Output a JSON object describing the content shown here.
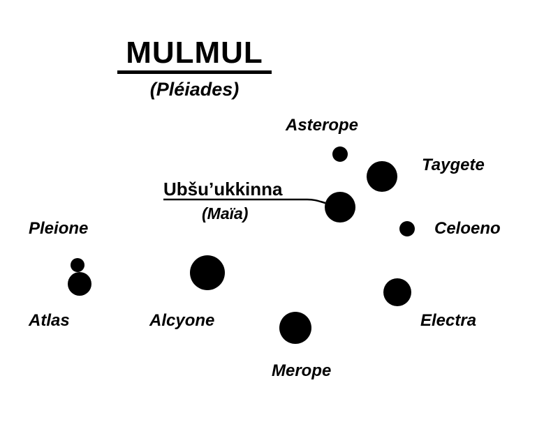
{
  "title": "MULMUL",
  "subtitle": "(Pléiades)",
  "maia": {
    "name": "Ubšu’ukkinna",
    "alt_name": "(Maïa)"
  },
  "stars": {
    "asterope": "Asterope",
    "taygete": "Taygete",
    "celoeno": "Celoeno",
    "pleione": "Pleione",
    "atlas": "Atlas",
    "alcyone": "Alcyone",
    "merope": "Merope",
    "electra": "Electra"
  },
  "colors": {
    "ink": "#000000",
    "background": "#ffffff"
  }
}
